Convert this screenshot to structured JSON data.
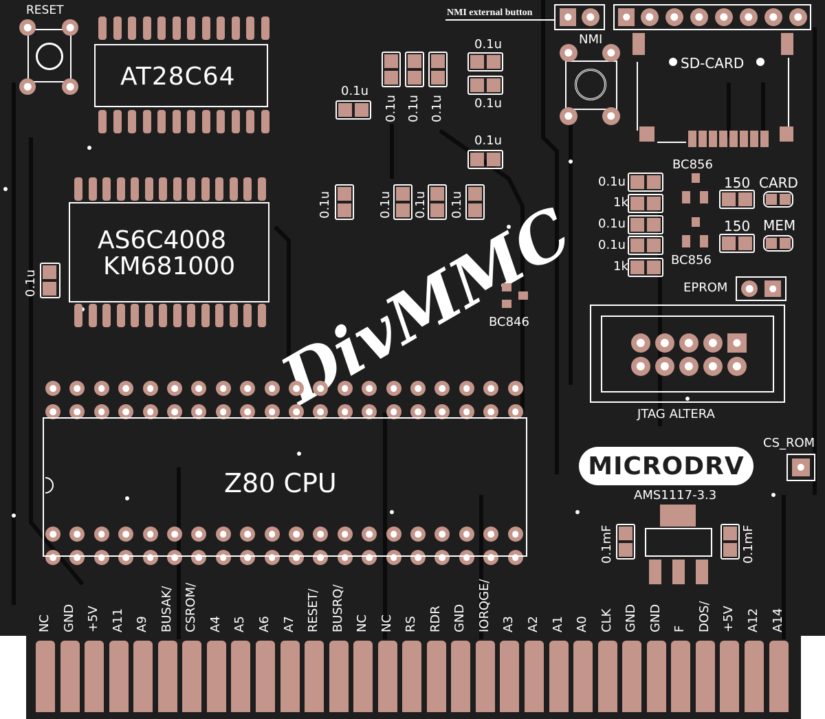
{
  "board": {
    "colors": {
      "substrate": "#1e1e1e",
      "copper": "#c4958a",
      "silkscreen": "#ffffff"
    },
    "logo": "DivMMC",
    "microdrv_badge": "MICRODRV",
    "labels": {
      "reset": "RESET",
      "eeprom": "AT28C64",
      "sram_1": "AS6C4008",
      "sram_2": "KM681000",
      "cpu": "Z80 CPU",
      "nmi_external": "NMI external button",
      "nmi": "NMI",
      "sd_card": "SD-CARD",
      "bc856_top": "BC856",
      "bc856_bottom": "BC856",
      "bc846": "BC846",
      "r150_top": "150",
      "r150_bottom": "150",
      "led_card": "CARD",
      "led_mem": "MEM",
      "eprom": "EPROM",
      "jtag": "JTAG ALTERA",
      "cs_rom": "CS_ROM",
      "regulator": "AMS1117-3.3",
      "cap_01u": "0.1u",
      "res_1k": "1k",
      "cap_01mf": "0.1mF"
    },
    "edge_connector": [
      "NC",
      "GND",
      "+5V",
      "A11",
      "A9",
      "BUSAK/",
      "CSROM/",
      "A4",
      "A5",
      "A6",
      "A7",
      "RESET/",
      "BUSRQ/",
      "NC",
      "NC",
      "RS",
      "RDR",
      "GND",
      "IORQGE/",
      "A3",
      "A2",
      "A1",
      "A0",
      "CLK",
      "GND",
      "GND",
      "F",
      "DOS/",
      "+5V",
      "A12",
      "A14"
    ]
  }
}
